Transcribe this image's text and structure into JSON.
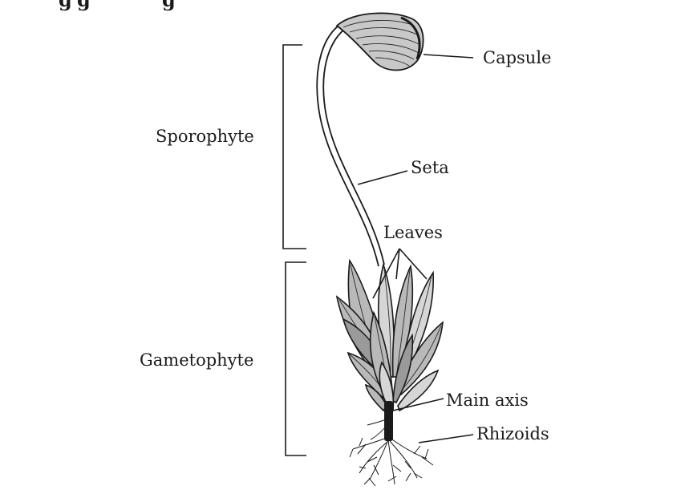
{
  "top_cut_text": "g",
  "labels": {
    "capsule": "Capsule",
    "seta": "Seta",
    "leaves": "Leaves",
    "sporophyte": "Sporophyte",
    "gametophyte": "Gametophyte",
    "main_axis": "Main axis",
    "rhizoids": "Rhizoids"
  }
}
